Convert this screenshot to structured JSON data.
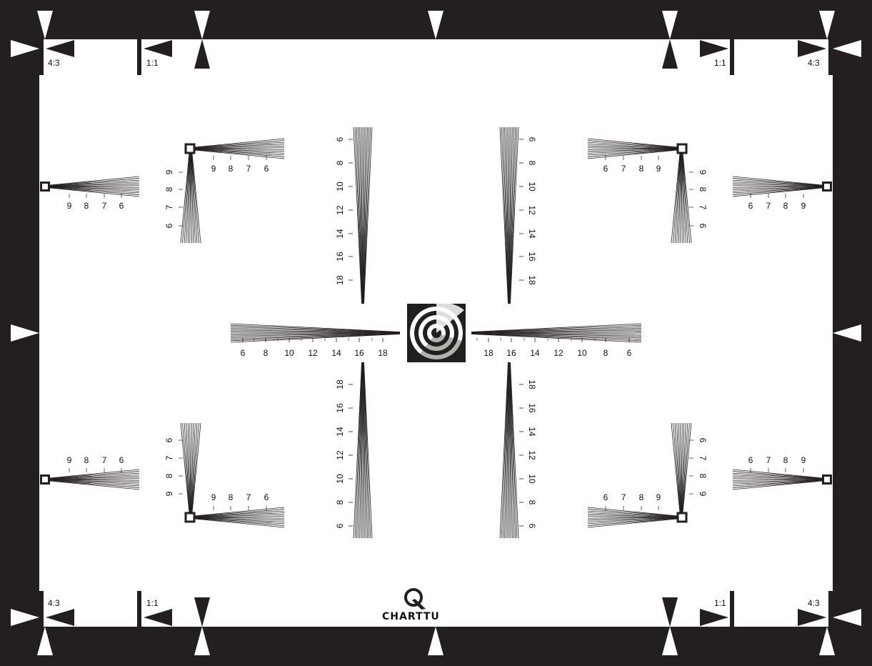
{
  "brand": {
    "name": "CHARTTU",
    "logo_icon": "q-logo-icon"
  },
  "frame": {
    "color": "#231f20",
    "background": "#ffffff"
  },
  "ratio_labels": {
    "top_left_4_3": "4:3",
    "top_left_1_1": "1:1",
    "top_right_1_1": "1:1",
    "top_right_4_3": "4:3",
    "bottom_left_4_3": "4:3",
    "bottom_left_1_1": "1:1",
    "bottom_right_1_1": "1:1",
    "bottom_right_4_3": "4:3"
  },
  "central_wedge_scale": [
    "6",
    "8",
    "10",
    "12",
    "14",
    "16",
    "18"
  ],
  "corner_wedge_scale": [
    "6",
    "7",
    "8",
    "9"
  ],
  "center_target": "spiral-target-icon"
}
